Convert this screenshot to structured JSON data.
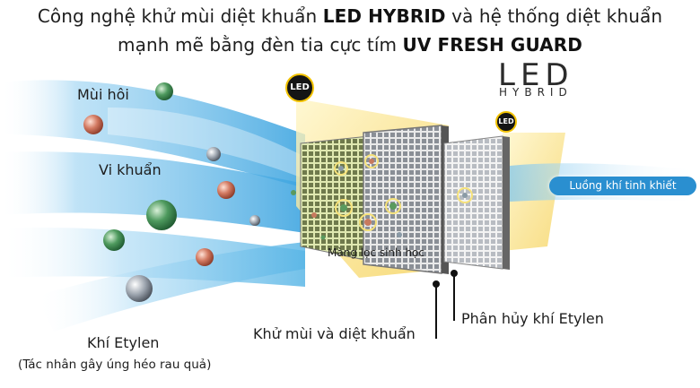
{
  "header": {
    "line1_prefix": "Công nghệ khử mùi diệt khuẩn ",
    "line1_bold": "LED HYBRID",
    "line1_suffix": " và hệ thống diệt khuẩn",
    "line2_prefix": "mạnh mẽ bằng đèn tia cực tím ",
    "line2_bold": "UV FRESH GUARD"
  },
  "logo": {
    "big": "LED",
    "small": "HYBRID"
  },
  "badges": {
    "large": "LED",
    "small": "LED"
  },
  "labels": {
    "odor": "Mùi hôi",
    "bacteria": "Vi khuẩn",
    "ethylene": "Khí Etylen",
    "ethylene_note": "(Tác nhân gây úng héo rau quả)",
    "filter": "Màng lọc sinh học",
    "deodorize": "Khử mùi và diệt khuẩn",
    "decompose": "Phân hủy khí Etylen",
    "clean_air": "Luồng khí tinh khiết"
  },
  "colors": {
    "air_blue": "#5fb8e8",
    "light_yellow": "#f6d86a",
    "led_ring": "#f2c200",
    "tag_blue": "#2a8fd0"
  }
}
